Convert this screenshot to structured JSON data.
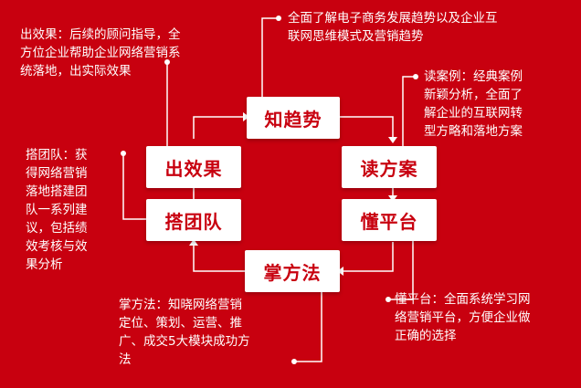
{
  "nodes": {
    "top": "知趋势",
    "right_top": "读方案",
    "right_bottom": "懂平台",
    "bottom": "掌方法",
    "left_bottom": "搭团队",
    "left_top": "出效果"
  },
  "descriptions": {
    "top_right": [
      "全面了解电子商务发展趋势以及企业互",
      "联网思维模式及营销趋势"
    ],
    "right_upper": [
      "读案例：经典案例",
      "新颖分析，全面了",
      "解企业的互联网转",
      "型方略和落地方案"
    ],
    "right_lower": [
      "懂平台：全面系统学习网",
      "络营销平台，方便企业做",
      "正确的选择"
    ],
    "bottom": [
      "掌方法：知晓网络营销",
      "定位、策划、运营、推",
      "广、成交5大模块成功方",
      "法"
    ],
    "left_middle": [
      "搭团队：获",
      "得网络营销",
      "落地搭建团",
      "队一系列建",
      "议，包括绩",
      "效考核与效",
      "果分析"
    ],
    "left_top": [
      "出效果：后续的顾问指导，全",
      "方位企业帮助企业网络营销系",
      "统落地，出实际效果"
    ]
  },
  "colors": {
    "background": "#c8000f",
    "box": "#ffffff",
    "text_on_box": "#c8000f",
    "line": "#ffffff"
  }
}
